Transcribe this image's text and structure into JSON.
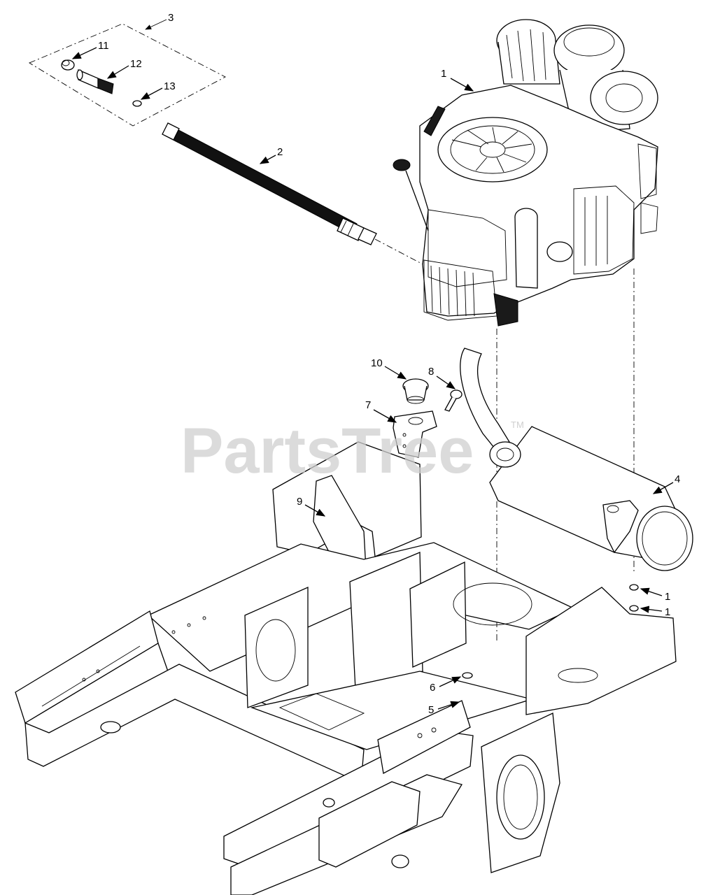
{
  "watermark": {
    "brand": "PartsTree",
    "trademark": "TM"
  },
  "callouts": [
    {
      "id": "c3",
      "label": "3"
    },
    {
      "id": "c11",
      "label": "11"
    },
    {
      "id": "c12",
      "label": "12"
    },
    {
      "id": "c13",
      "label": "13"
    },
    {
      "id": "c2",
      "label": "2"
    },
    {
      "id": "c1a",
      "label": "1"
    },
    {
      "id": "c10",
      "label": "10"
    },
    {
      "id": "c8",
      "label": "8"
    },
    {
      "id": "c7",
      "label": "7"
    },
    {
      "id": "c9",
      "label": "9"
    },
    {
      "id": "c4",
      "label": "4"
    },
    {
      "id": "c1b",
      "label": "1"
    },
    {
      "id": "c1c",
      "label": "1"
    },
    {
      "id": "c6",
      "label": "6"
    },
    {
      "id": "c5",
      "label": "5"
    }
  ]
}
